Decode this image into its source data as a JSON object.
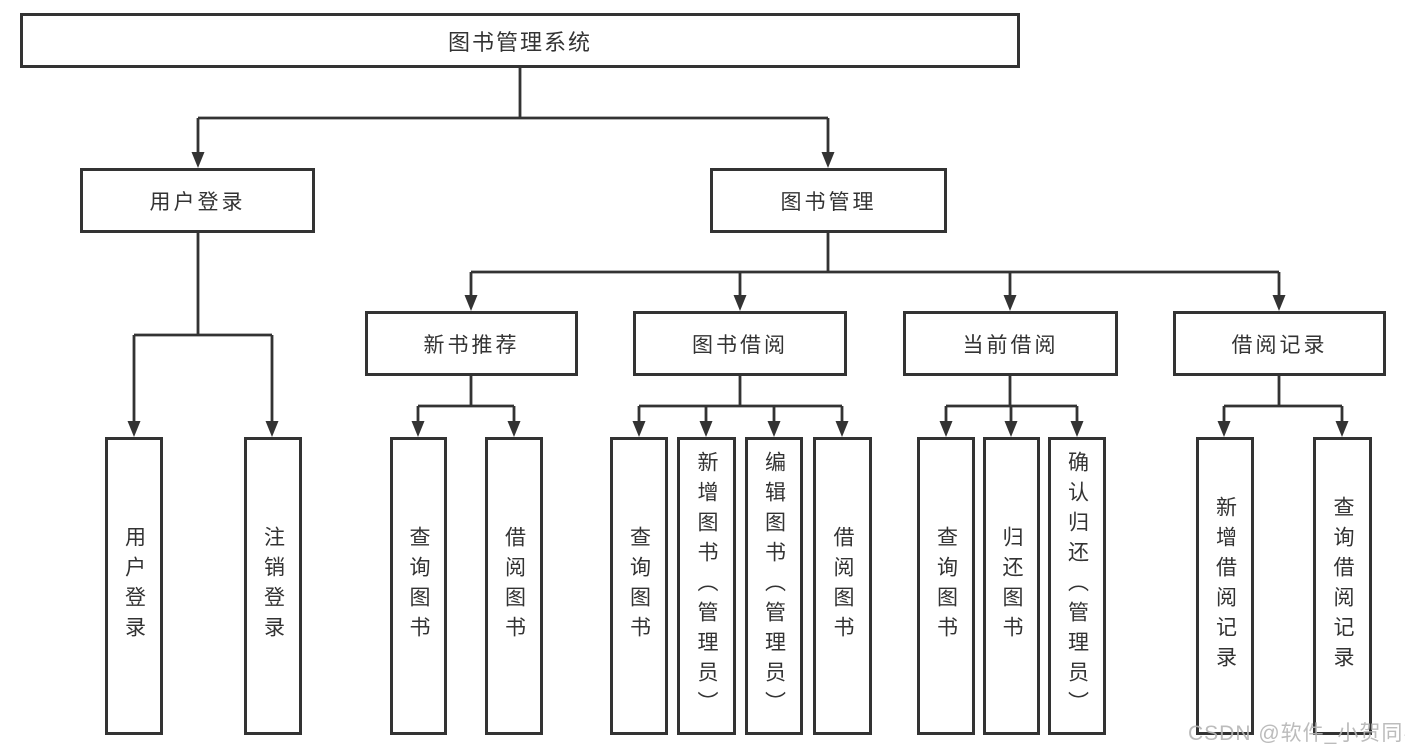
{
  "colors": {
    "line": "#333333",
    "box_border": "#333333",
    "box_fill": "#ffffff",
    "text": "#333333",
    "watermark_text": "#b5b5b5",
    "background": "#ffffff"
  },
  "watermark": {
    "text": "CSDN @软件_小贺同学"
  },
  "tree": {
    "root": {
      "label": "图书管理系统",
      "children": [
        {
          "label": "用户登录",
          "children": [
            {
              "label": "用户登录"
            },
            {
              "label": "注销登录"
            }
          ]
        },
        {
          "label": "图书管理",
          "children": [
            {
              "label": "新书推荐",
              "children": [
                {
                  "label": "查询图书"
                },
                {
                  "label": "借阅图书"
                }
              ]
            },
            {
              "label": "图书借阅",
              "children": [
                {
                  "label": "查询图书"
                },
                {
                  "label": "新增图书（管理员）"
                },
                {
                  "label": "编辑图书（管理员）"
                },
                {
                  "label": "借阅图书"
                }
              ]
            },
            {
              "label": "当前借阅",
              "children": [
                {
                  "label": "查询图书"
                },
                {
                  "label": "归还图书"
                },
                {
                  "label": "确认归还（管理员）"
                }
              ]
            },
            {
              "label": "借阅记录",
              "children": [
                {
                  "label": "新增借阅记录"
                },
                {
                  "label": "查询借阅记录"
                }
              ]
            }
          ]
        }
      ]
    }
  }
}
